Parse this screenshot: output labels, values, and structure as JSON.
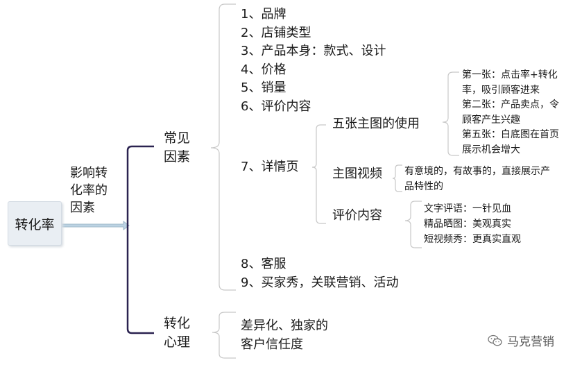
{
  "root": "转化率",
  "edge_label": [
    "影响转",
    "化率的",
    "因素"
  ],
  "branch_common": [
    "常见",
    "因素"
  ],
  "branch_psych": [
    "转化",
    "心理"
  ],
  "factors_top": [
    "1、品牌",
    "2、店铺类型",
    "3、产品本身：款式、设计",
    "4、价格",
    "5、销量",
    "6、评价内容"
  ],
  "factor_detail": "7、详情页",
  "factors_bottom": [
    "8、客服",
    "9、买家秀，关联营销、活动"
  ],
  "detail_children": {
    "main_images": {
      "label": "五张主图的使用",
      "notes": [
        "第一张：点击率+转化",
        "率，吸引顾客进来",
        "第二张：产品卖点，令",
        "顾客产生兴趣",
        "第五张：白底图在首页",
        "展示机会增大"
      ]
    },
    "main_video": {
      "label": "主图视频",
      "notes": [
        "有意境的，有故事的，直接展示产",
        "品特性的"
      ]
    },
    "reviews": {
      "label": "评价内容",
      "notes": [
        "文字评语：一针见血",
        "精品晒图：美观真实",
        "短视频秀：更真实直观"
      ]
    }
  },
  "psych_items": [
    "差异化、独家的",
    "客户信任度"
  ],
  "watermark": "马克营销",
  "colors": {
    "connector": "#2b2350",
    "bracket": "#c8c8c8",
    "root_bg": "#e9eef3",
    "arrow": "#a9c4d8"
  }
}
